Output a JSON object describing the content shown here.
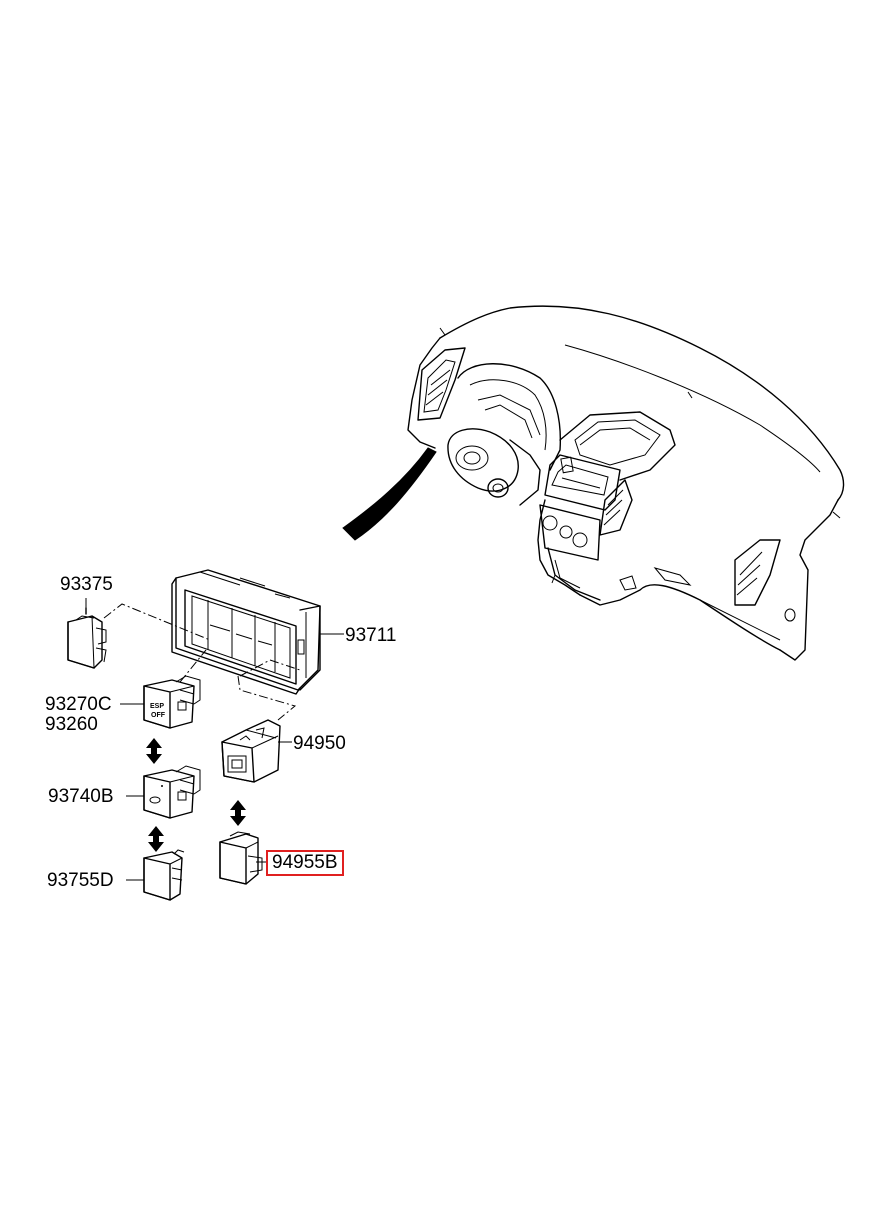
{
  "parts": [
    {
      "id": "93375",
      "label": "93375"
    },
    {
      "id": "93711",
      "label": "93711"
    },
    {
      "id": "93270C",
      "label": "93270C"
    },
    {
      "id": "93260",
      "label": "93260"
    },
    {
      "id": "94950",
      "label": "94950"
    },
    {
      "id": "93740B",
      "label": "93740B"
    },
    {
      "id": "94955B",
      "label": "94955B"
    },
    {
      "id": "93755D",
      "label": "93755D"
    }
  ],
  "highlighted_part": "94955B",
  "colors": {
    "line": "#000000",
    "background": "#ffffff",
    "highlight_border": "#e02020"
  },
  "switch_text": {
    "sw1_top": "ESP",
    "sw1_bottom": "OFF"
  }
}
